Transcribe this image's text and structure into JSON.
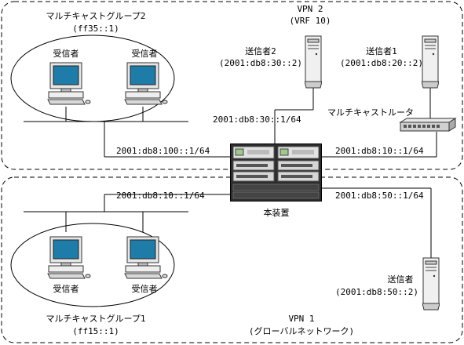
{
  "vpn2": {
    "title": "VPN 2",
    "subtitle": "(VRF 10)",
    "group_name": "マルチキャストグループ2",
    "group_addr": "(ff35::1)",
    "receiver_left": "受信者",
    "receiver_right": "受信者",
    "sender2_name": "送信者2",
    "sender2_addr": "(2001:db8:30::2)",
    "sender1_name": "送信者1",
    "sender1_addr": "(2001:db8:20::2)",
    "router_name": "マルチキャストルータ",
    "net_sender2": "2001:db8:30::1/64",
    "net_receivers": "2001:db8:100::1/64",
    "net_router": "2001:db8:10::1/64"
  },
  "vpn1": {
    "title": "VPN 1",
    "subtitle": "(グローバルネットワーク)",
    "group_name": "マルチキャストグループ1",
    "group_addr": "(ff15::1)",
    "receiver_left": "受信者",
    "receiver_right": "受信者",
    "sender_name": "送信者",
    "sender_addr": "(2001:db8:50::2)",
    "net_receivers": "2001:db8:10::1/64",
    "net_sender": "2001:db8:50::1/64"
  },
  "device": {
    "name": "本装置"
  },
  "icons": [
    "pc-icon",
    "server-icon",
    "router-icon",
    "switch-chassis-icon"
  ]
}
